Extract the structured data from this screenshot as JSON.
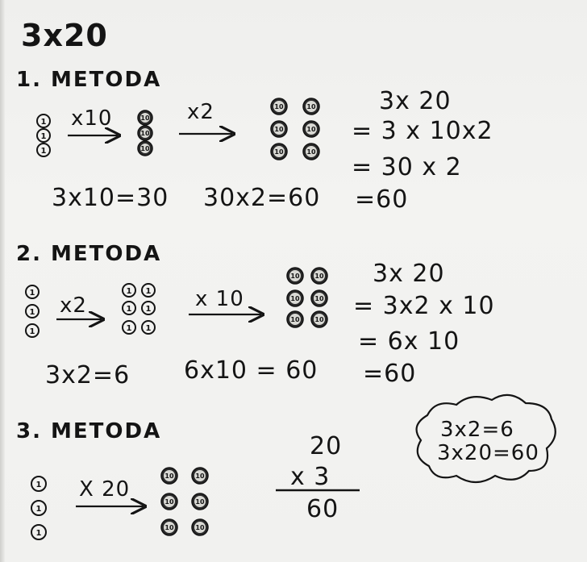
{
  "title": "3x20",
  "method1": {
    "heading": "1. METODA",
    "arrow1_label": "x10",
    "arrow2_label": "x2",
    "unit_coin": "1",
    "ten_coin": "10",
    "steps": [
      "3x 20",
      "= 3 x 10x2",
      "= 30 x 2",
      "=60"
    ],
    "calc1": "3x10=30",
    "calc2": "30x2=60"
  },
  "method2": {
    "heading": "2. METODA",
    "arrow1_label": "x2",
    "arrow2_label": "x 10",
    "steps": [
      "3x 20",
      "= 3x2 x 10",
      "= 6x 10",
      "=60"
    ],
    "calc1": "3x2=6",
    "calc2": "6x10 = 60"
  },
  "method3": {
    "heading": "3. METODA",
    "arrow_label": "X 20",
    "column": {
      "top": "20",
      "multiplier": "x 3",
      "result": "60"
    },
    "cloud": [
      "3x2=6",
      "3x20=60"
    ]
  }
}
